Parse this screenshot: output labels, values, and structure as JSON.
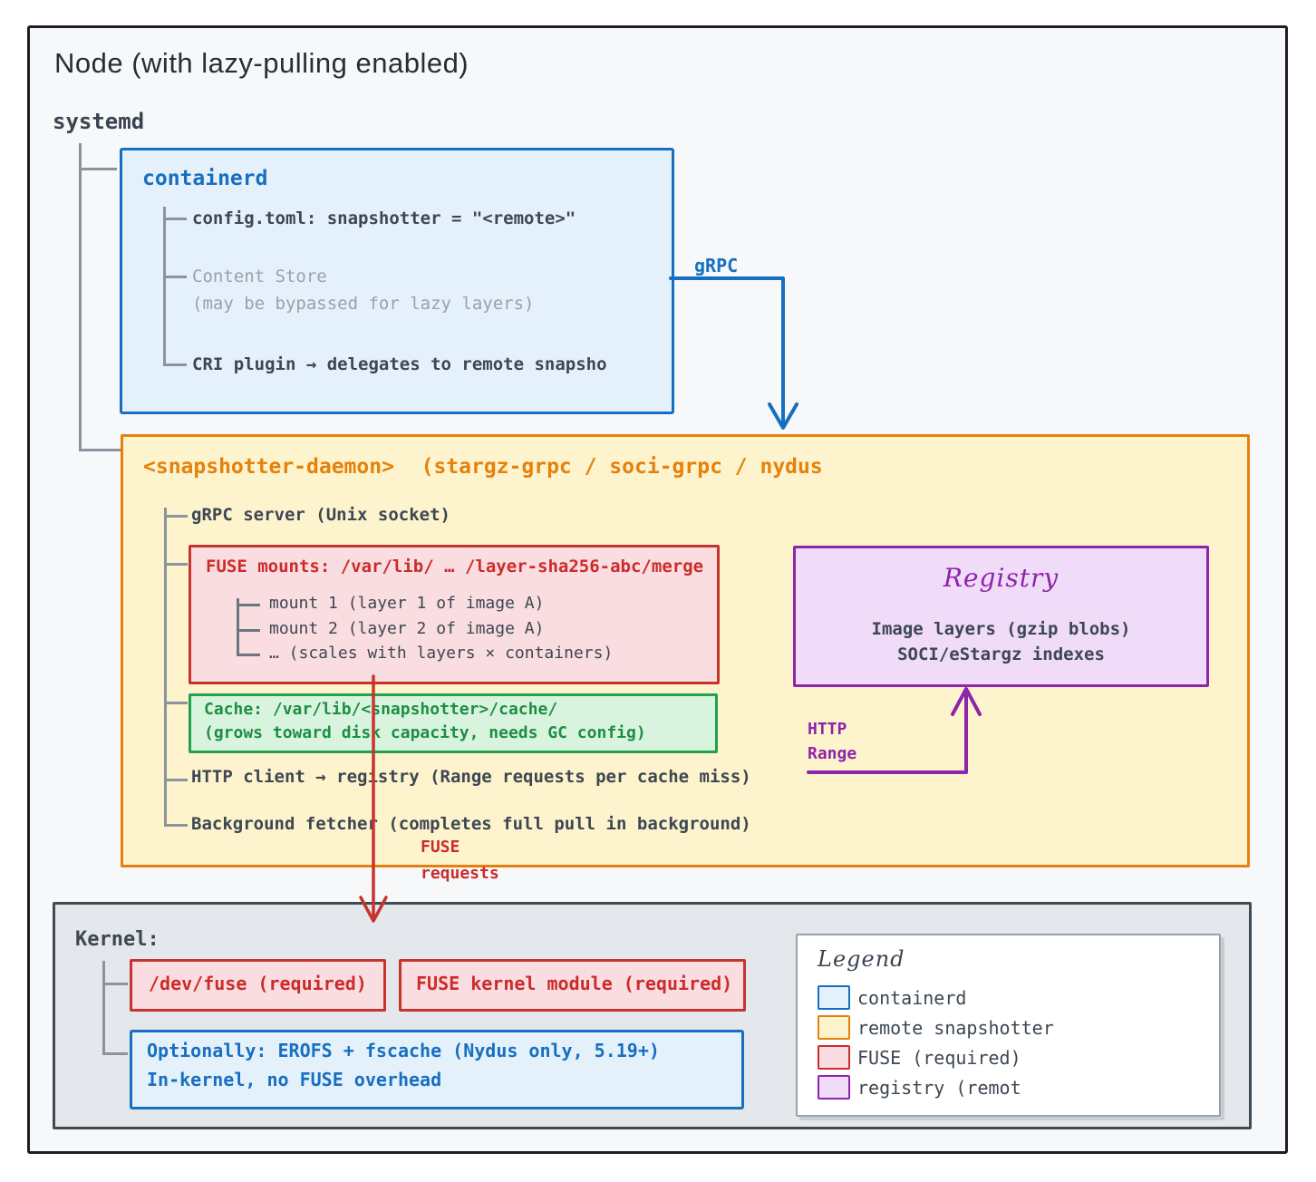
{
  "node": {
    "title": "Node (with lazy-pulling enabled)"
  },
  "systemd": {
    "label": "systemd"
  },
  "containerd": {
    "title": "containerd",
    "config": "config.toml: snapshotter = \"<remote>\"",
    "content_store": "Content Store",
    "content_store_note": "(may be bypassed for lazy layers)",
    "cri": "CRI plugin → delegates to remote snapsho"
  },
  "grpc_arrow": {
    "label": "gRPC"
  },
  "snapshotter": {
    "title": "<snapshotter-daemon>",
    "title_suffix": "(stargz-grpc / soci-grpc / nydus",
    "grpc_server": "gRPC server (Unix socket)",
    "fuse_mounts": {
      "title": "FUSE mounts: /var/lib/ … /layer-sha256-abc/merge",
      "items": [
        "mount 1 (layer 1 of image A)",
        "mount 2 (layer 2 of image A)",
        "…  (scales with layers × containers)"
      ]
    },
    "cache": {
      "line1": "Cache: /var/lib/<snapshotter>/cache/",
      "line2": "(grows toward disk capacity, needs GC config)"
    },
    "http_client": "HTTP client → registry (Range requests per cache miss)",
    "background_fetcher": "Background fetcher (completes full pull in background)"
  },
  "registry": {
    "title": "Registry",
    "line1": "Image layers (gzip blobs)",
    "line2": "SOCI/eStargz indexes"
  },
  "http_arrow": {
    "label1": "HTTP",
    "label2": "Range"
  },
  "fuse_arrow": {
    "label1": "FUSE",
    "label2": "requests"
  },
  "kernel": {
    "title": "Kernel:",
    "dev_fuse": "/dev/fuse (required)",
    "fuse_module": "FUSE kernel module (required)",
    "erofs_line1": "Optionally: EROFS + fscache (Nydus only, 5.19+)",
    "erofs_line2": "In-kernel, no FUSE overhead"
  },
  "legend": {
    "title": "Legend",
    "items": [
      {
        "label": "containerd",
        "fill": "#e4f1fb",
        "border": "#176fc1"
      },
      {
        "label": "remote snapshotter",
        "fill": "#fdf3cd",
        "border": "#e67f0b"
      },
      {
        "label": "FUSE (required)",
        "fill": "#f9dde0",
        "border": "#cc2b2b"
      },
      {
        "label": "registry (remot",
        "fill": "#f0dbf8",
        "border": "#8e24aa"
      }
    ]
  },
  "colors": {
    "containerd_accent": "#176fc1",
    "snapshotter_accent": "#e67f0b",
    "fuse_accent": "#cc2b2b",
    "cache_accent": "#21a04e",
    "registry_accent": "#8e24aa",
    "kernel_accent": "#3e4a54"
  }
}
